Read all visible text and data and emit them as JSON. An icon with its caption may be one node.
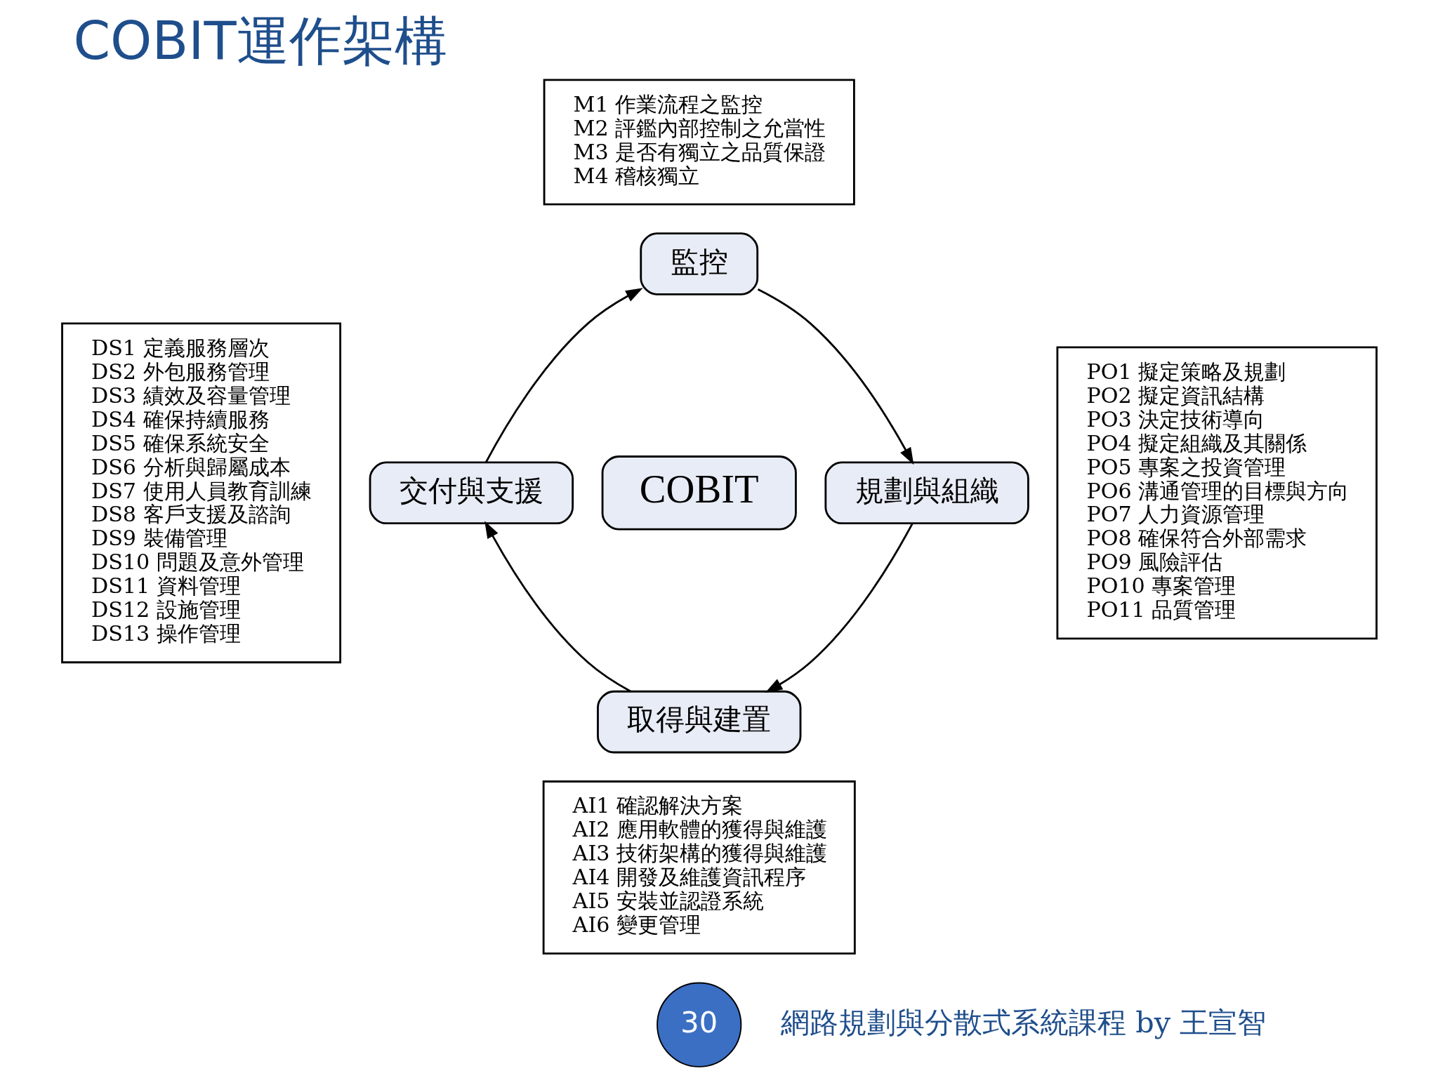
{
  "diagram": {
    "title": "COBIT運作架構",
    "nodes": [
      {
        "text": [
          "M1 作業流程之監控",
          "M2 評鑑內部控制之允當性",
          "M3 是否有獨立之品質保證",
          "M4 稽核獨立"
        ]
      },
      {
        "text": [
          "DS1 定義服務層次",
          "DS2 外包服務管理",
          "DS3 績效及容量管理",
          "DS4 確保持續服務",
          "DS5 確保系統安全",
          "DS6 分析與歸屬成本",
          "DS7 使用人員教育訓練",
          "DS8 客戶支援及諮詢",
          "DS9 裝備管理",
          "DS10 問題及意外管理",
          "DS11 資料管理",
          "DS12 設施管理",
          "DS13 操作管理"
        ]
      },
      {
        "text": [
          "監控"
        ]
      },
      {
        "text": [
          "PO1 擬定策略及規劃",
          "PO2 擬定資訊結構",
          "PO3 決定技術導向",
          "PO4 擬定組織及其關係",
          "PO5 專案之投資管理",
          "PO6 溝通管理的目標與方向",
          "PO7 人力資源管理",
          "PO8 確保符合外部需求",
          "PO9 風險評估",
          "PO10 專案管理",
          "PO11 品質管理"
        ]
      },
      {
        "text": [
          "交付與支援"
        ]
      },
      {
        "text": [
          "COBIT"
        ]
      },
      {
        "text": [
          "規劃與組織"
        ]
      },
      {
        "text": [
          "取得與建置"
        ]
      },
      {
        "text": [
          "AI1 確認解決方案",
          "AI2 應用軟體的獲得與維護",
          "AI3 技術架構的獲得與維護",
          "AI4 開發及維護資訊程序",
          "AI5 安裝並認證系統",
          "AI6 變更管理"
        ]
      }
    ],
    "edges": [
      {
        "from": 4,
        "to": 2,
        "arrow": "to"
      },
      {
        "from": 2,
        "to": 6,
        "arrow": "to"
      },
      {
        "from": 6,
        "to": 7,
        "arrow": "to"
      },
      {
        "from": 7,
        "to": 4,
        "arrow": "to"
      }
    ],
    "labels": [
      "30",
      "網路規劃與分散式系統課程 by 王宣智"
    ]
  }
}
